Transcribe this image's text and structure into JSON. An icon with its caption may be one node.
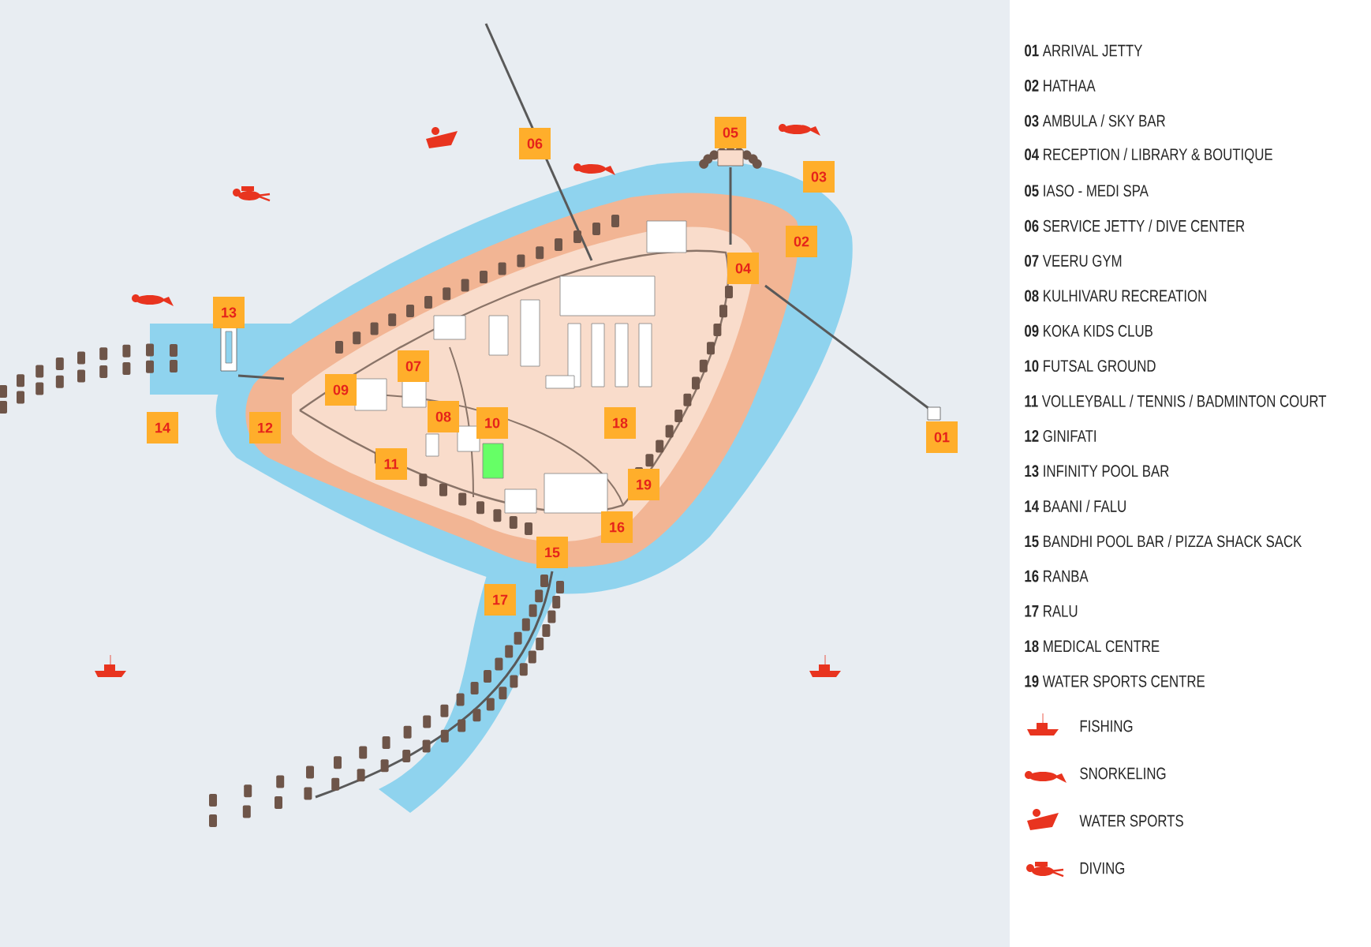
{
  "diagram": {
    "nodes": [
      {
        "text": [
          "01"
        ]
      },
      {
        "text": [
          "02"
        ]
      },
      {
        "text": [
          "03"
        ]
      },
      {
        "text": [
          "04"
        ]
      },
      {
        "text": [
          "05"
        ]
      },
      {
        "text": [
          "06"
        ]
      },
      {
        "text": [
          "07"
        ]
      },
      {
        "text": [
          "08"
        ]
      },
      {
        "text": [
          "09"
        ]
      },
      {
        "text": [
          "10"
        ]
      },
      {
        "text": [
          "11"
        ]
      },
      {
        "text": [
          "12"
        ]
      },
      {
        "text": [
          "13"
        ]
      },
      {
        "text": [
          "14"
        ]
      },
      {
        "text": [
          "15"
        ]
      },
      {
        "text": [
          "16"
        ]
      },
      {
        "text": [
          "17"
        ]
      },
      {
        "text": [
          "18"
        ]
      },
      {
        "text": [
          "19"
        ]
      }
    ],
    "labels": [
      "**01** ARRIVAL JETTY",
      "**02** HATHAA",
      "**03** AMBULA / SKY BAR",
      "**04** RECEPTION / LIBRARY & BOUTIQUE",
      "**05** IASO - MEDI SPA",
      "**06** SERVICE JETTY / DIVE CENTER",
      "**07** VEERU GYM",
      "**08** KULHIVARU RECREATION",
      "**09** KOKA KIDS CLUB",
      "**10** FUTSAL GROUND",
      "**11** VOLLEYBALL / TENNIS / BADMINTON COURT",
      "**12** GINIFATI",
      "**13** INFINITY POOL BAR",
      "**14** BAANI / FALU",
      "**15** BANDHI POOL BAR / PIZZA SHACK SACK",
      "**16** RANBA",
      "**17** RALU",
      "**18** MEDICAL CENTRE",
      "**19** WATER SPORTS CENTRE"
    ],
    "legend": [
      {
        "text": "FISHING"
      },
      {
        "text": "SNORKELING"
      },
      {
        "text": "WATER SPORTS"
      },
      {
        "text": "DIVING"
      }
    ]
  }
}
